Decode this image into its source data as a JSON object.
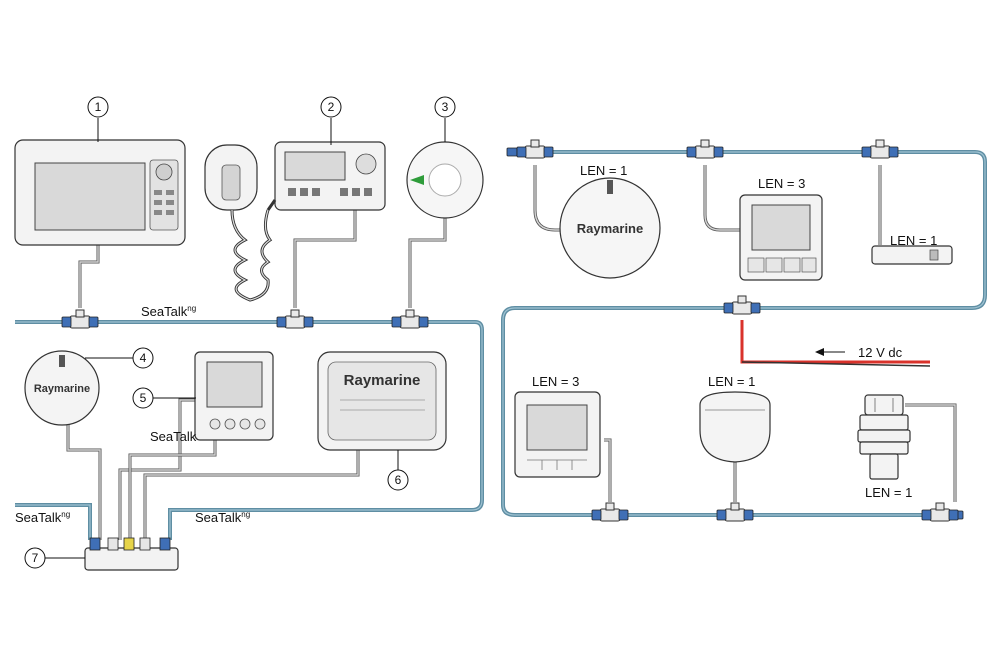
{
  "left_diagram": {
    "callouts": [
      "1",
      "2",
      "3",
      "4",
      "5",
      "6",
      "7"
    ],
    "network_labels": {
      "seatalk_ng_top": "SeaTalk",
      "seatalk_ng_top_sup": "ng",
      "seatalk": "SeaTalk",
      "seatalk_ng_bottom_left": "SeaTalk",
      "seatalk_ng_bottom_left_sup": "ng",
      "seatalk_ng_bottom_right": "SeaTalk",
      "seatalk_ng_bottom_right_sup": "ng"
    },
    "device_brands": {
      "instrument_4": "Raymarine",
      "autopilot_6": "Raymarine"
    }
  },
  "right_diagram": {
    "len_labels": {
      "compass": "LEN = 1",
      "display_top": "LEN = 3",
      "sensor_top_right": "LEN = 1",
      "display_bottom": "LEN = 3",
      "gps": "LEN = 1",
      "transducer": "LEN = 1"
    },
    "power_label": "12 V dc",
    "device_brands": {
      "compass": "Raymarine"
    }
  },
  "colors": {
    "backbone_blue": "#5f8ea3",
    "connector_blue": "#3f6fb6",
    "connector_yellow": "#e6d44a",
    "power_red": "#d9322b"
  }
}
